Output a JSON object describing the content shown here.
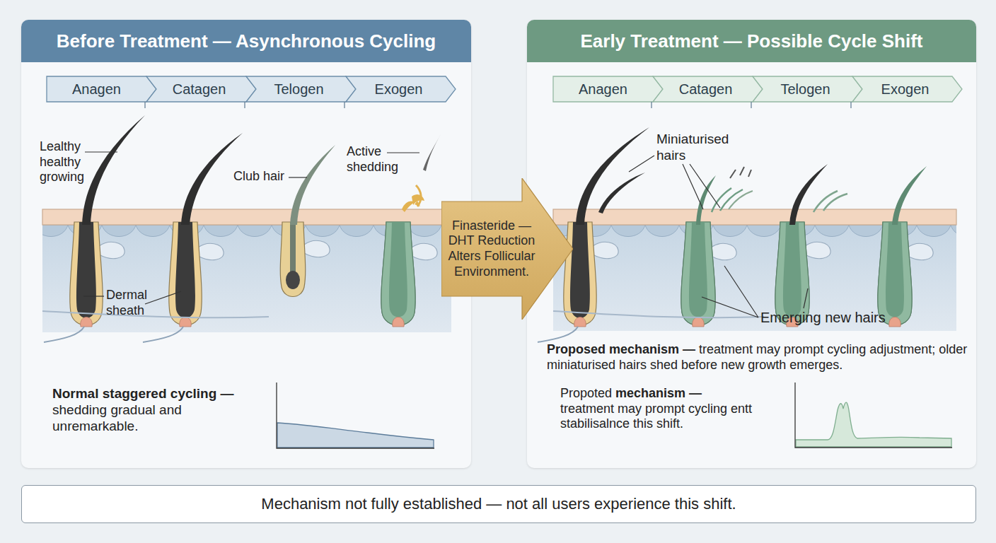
{
  "diagram": {
    "nodes": [
      {
        "text": [
          "Before Treatment — Asynchronous Cycling"
        ]
      },
      {
        "text": [
          "Anagen"
        ],
        "in": 0
      },
      {
        "text": [
          "Catagen"
        ],
        "in": 0
      },
      {
        "text": [
          "Telogen"
        ],
        "in": 0
      },
      {
        "text": [
          "Exogen"
        ],
        "in": 0
      },
      {
        "text": [
          "Finasteride — DHT Reduction Alters Follicular Environment."
        ]
      },
      {
        "text": [
          "Early Treatment — Possible Cycle Shift"
        ]
      },
      {
        "text": [
          "Anagen"
        ],
        "in": 6
      },
      {
        "text": [
          "Catagen"
        ],
        "in": 6
      },
      {
        "text": [
          "Telogen"
        ],
        "in": 6
      },
      {
        "text": [
          "Exogen"
        ],
        "in": 6
      },
      {
        "text": [
          "Mechanism not fully established — not all users experience this shift."
        ]
      }
    ],
    "labels": [
      "Lealthy healthy growing",
      "Club hair",
      "Active shedding",
      "Dermal sheath",
      "Normal staggered cycling —",
      "shedding gradual and unremarkable.",
      "Miniaturised hairs",
      "Emerging new hairs",
      "Proposed mechanism —",
      "treatment may prompt cycling adjustment; older miniaturised hairs shed before new growth emerges.",
      "Propoted",
      "mechanism —",
      "treatment may prompt cycling entt stabilisalnce this shift."
    ]
  }
}
